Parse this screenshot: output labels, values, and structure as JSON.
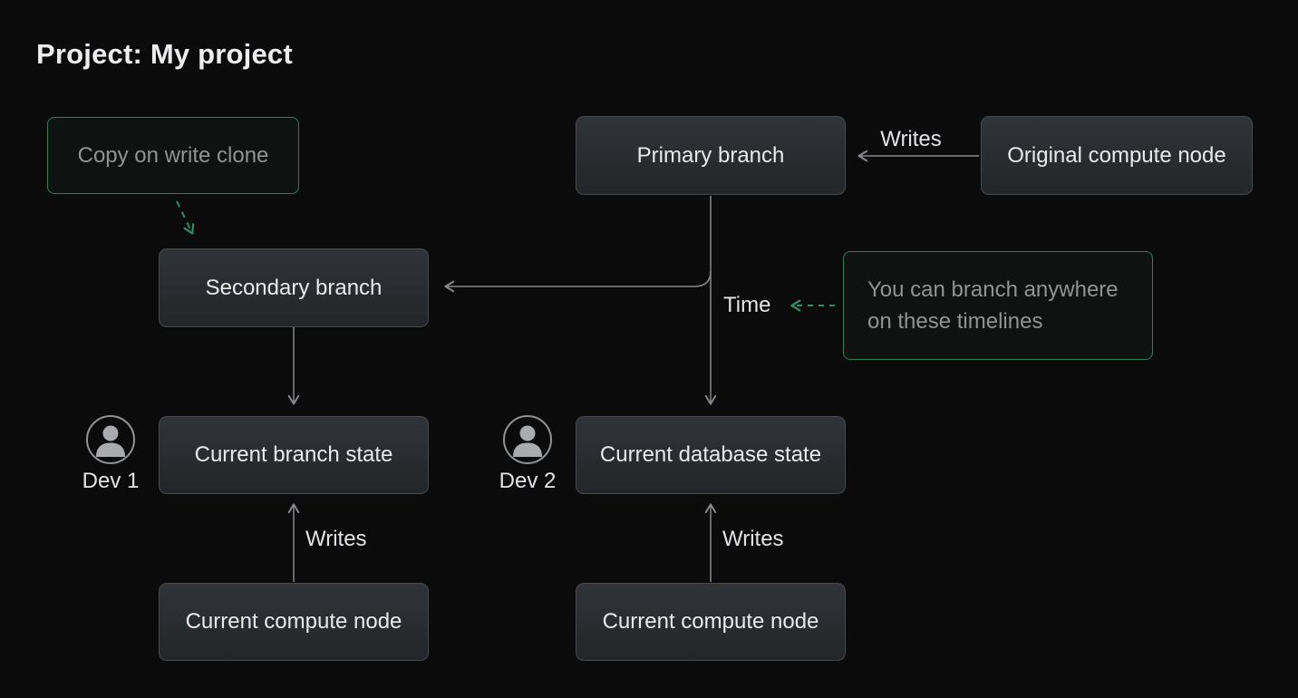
{
  "page": {
    "title": "Project: My project"
  },
  "colors": {
    "background": "#0b0b0c",
    "accent_green": "#2f8f63",
    "note_border_green": "#2e7d59",
    "node_background_top": "#303338",
    "node_background_bottom": "#232528",
    "node_border": "#46494e",
    "node_text": "#e9eaec",
    "note_text": "#8f9593",
    "arrow_gray": "#86898d",
    "label_text": "#e3e4e7"
  },
  "nodes": [
    {
      "id": "primary-branch",
      "label": "Primary branch"
    },
    {
      "id": "original-compute-node",
      "label": "Original compute node"
    },
    {
      "id": "secondary-branch",
      "label": "Secondary branch"
    },
    {
      "id": "current-branch-state",
      "label": "Current branch state"
    },
    {
      "id": "current-database-state",
      "label": "Current database state"
    },
    {
      "id": "current-compute-node-left",
      "label": "Current compute node"
    },
    {
      "id": "current-compute-node-right",
      "label": "Current compute node"
    }
  ],
  "notes": [
    {
      "id": "copy-on-write-clone",
      "text": "Copy on write clone"
    },
    {
      "id": "branch-anywhere",
      "text": "You can branch anywhere on these timelines"
    }
  ],
  "labels": {
    "writes_top": "Writes",
    "writes_left": "Writes",
    "writes_right": "Writes",
    "time": "Time"
  },
  "devs": [
    {
      "id": "dev-1",
      "label": "Dev 1"
    },
    {
      "id": "dev-2",
      "label": "Dev 2"
    }
  ],
  "icons": [
    {
      "name": "person-icon",
      "meaning": "developer user avatar"
    }
  ]
}
